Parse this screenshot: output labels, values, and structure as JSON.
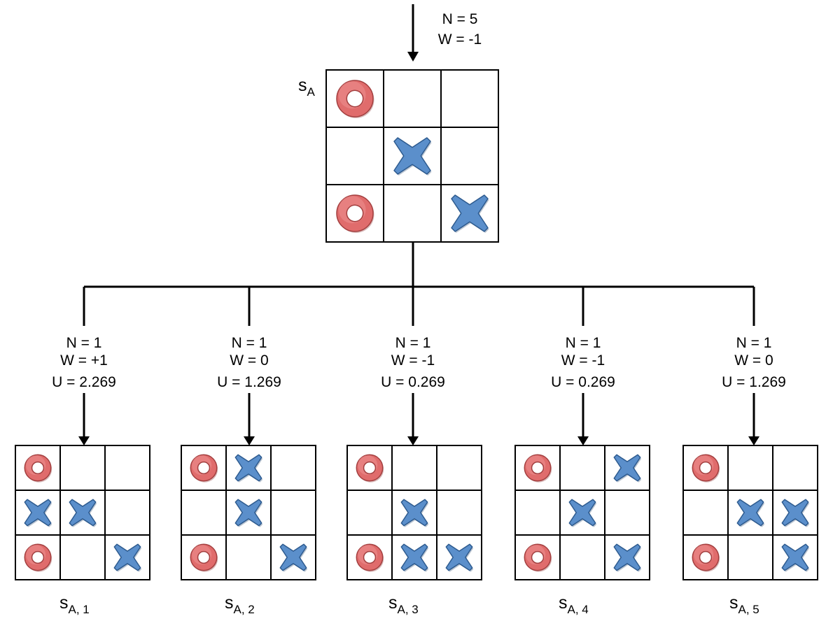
{
  "root": {
    "stats": [
      "N = 5",
      "W = -1"
    ],
    "state_label": "s",
    "state_subscript": "A",
    "board": [
      "O",
      "",
      "",
      "",
      "X",
      "",
      "O",
      "",
      "X"
    ]
  },
  "children": [
    {
      "stats": [
        "N = 1",
        "W = +1",
        "U = 2.269"
      ],
      "state_label": "s",
      "state_subscript": "A, 1",
      "board": [
        "O",
        "",
        "",
        "X",
        "X",
        "",
        "O",
        "",
        "X"
      ]
    },
    {
      "stats": [
        "N = 1",
        "W = 0",
        "U = 1.269"
      ],
      "state_label": "s",
      "state_subscript": "A, 2",
      "board": [
        "O",
        "X",
        "",
        "",
        "X",
        "",
        "O",
        "",
        "X"
      ]
    },
    {
      "stats": [
        "N = 1",
        "W = -1",
        "U = 0.269"
      ],
      "state_label": "s",
      "state_subscript": "A, 3",
      "board": [
        "O",
        "",
        "",
        "",
        "X",
        "",
        "O",
        "X",
        "X"
      ]
    },
    {
      "stats": [
        "N = 1",
        "W = -1",
        "U = 0.269"
      ],
      "state_label": "s",
      "state_subscript": "A, 4",
      "board": [
        "O",
        "",
        "X",
        "",
        "X",
        "",
        "O",
        "",
        "X"
      ]
    },
    {
      "stats": [
        "N = 1",
        "W = 0",
        "U = 1.269"
      ],
      "state_label": "s",
      "state_subscript": "A, 5",
      "board": [
        "O",
        "",
        "",
        "",
        "X",
        "X",
        "O",
        "",
        "X"
      ]
    }
  ],
  "colors": {
    "o_fill": "#e06c6c",
    "x_fill": "#5b8fcb",
    "line": "#000000"
  }
}
